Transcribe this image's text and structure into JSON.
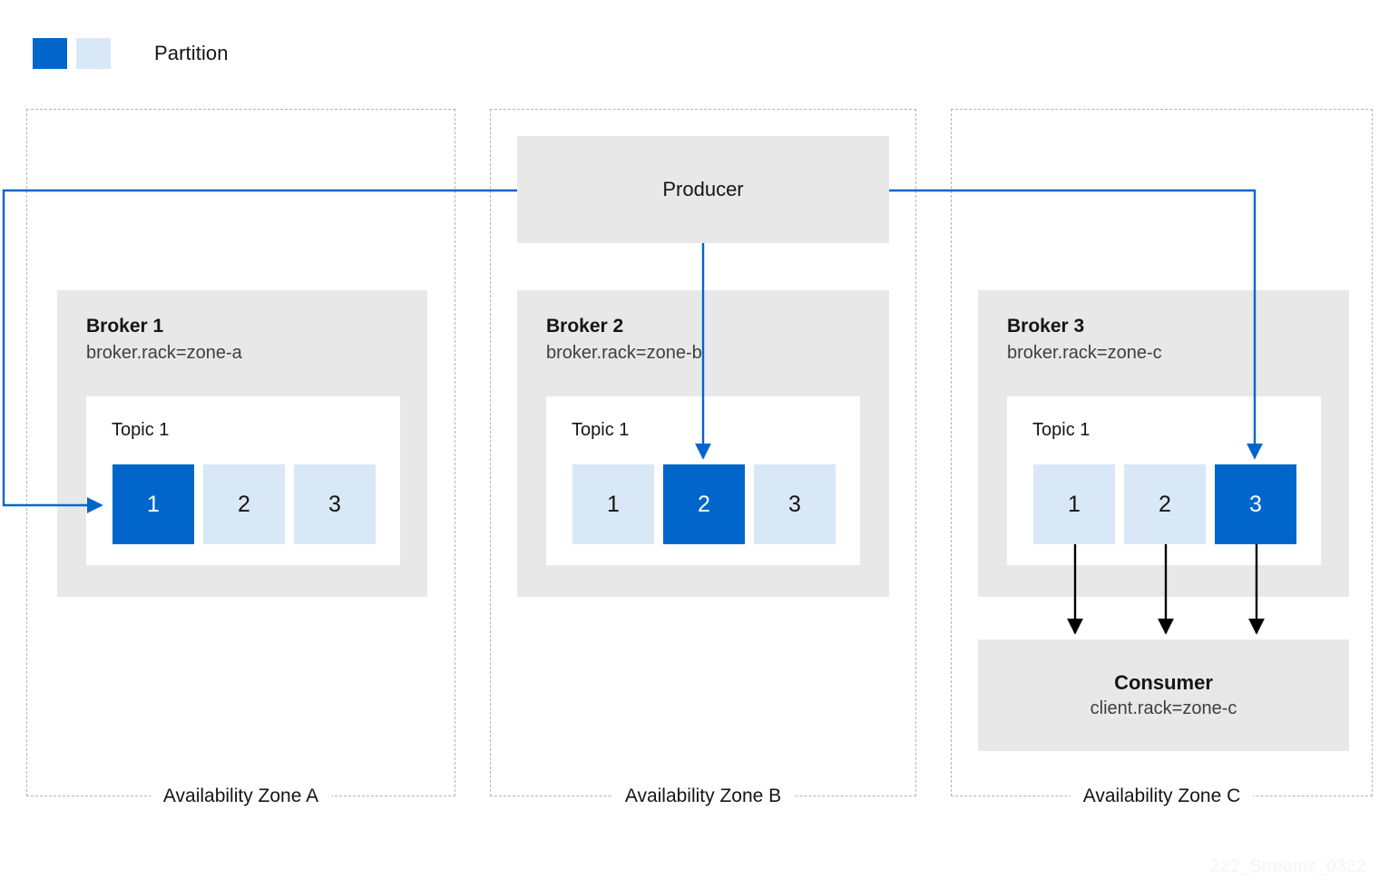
{
  "legend": {
    "label": "Partition",
    "swatch_dark": "#0066cc",
    "swatch_light": "#d9e8f7"
  },
  "colors": {
    "partition_leader": "#0066cc",
    "partition_follower": "#d9e8f7",
    "box_gray": "#e8e8e8",
    "zone_border": "#b4b4b4",
    "producer_link": "#0066cc",
    "consumer_link": "#000000"
  },
  "zones": [
    {
      "label": "Availability Zone A"
    },
    {
      "label": "Availability Zone B"
    },
    {
      "label": "Availability Zone C"
    }
  ],
  "brokers": [
    {
      "title": "Broker 1",
      "rack": "broker.rack=zone-a",
      "topic": "Topic 1",
      "partitions": [
        {
          "number": "1",
          "state": "leader"
        },
        {
          "number": "2",
          "state": "follower"
        },
        {
          "number": "3",
          "state": "follower"
        }
      ]
    },
    {
      "title": "Broker 2",
      "rack": "broker.rack=zone-b",
      "topic": "Topic 1",
      "partitions": [
        {
          "number": "1",
          "state": "follower"
        },
        {
          "number": "2",
          "state": "leader"
        },
        {
          "number": "3",
          "state": "follower"
        }
      ]
    },
    {
      "title": "Broker 3",
      "rack": "broker.rack=zone-c",
      "topic": "Topic 1",
      "partitions": [
        {
          "number": "1",
          "state": "follower"
        },
        {
          "number": "2",
          "state": "follower"
        },
        {
          "number": "3",
          "state": "leader"
        }
      ]
    }
  ],
  "producer": {
    "title": "Producer"
  },
  "consumer": {
    "title": "Consumer",
    "rack": "client.rack=zone-c"
  },
  "watermark": "222_Streams_0322"
}
